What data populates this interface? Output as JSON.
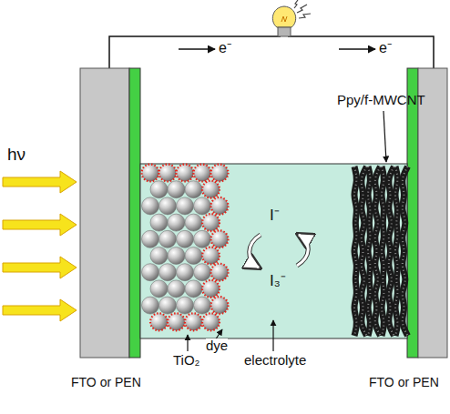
{
  "diagram": {
    "labels": [
      "e⁻",
      "e⁻",
      "hν",
      "Ppy/f-MWCNT",
      "I⁻",
      "I₃⁻",
      "TiO₂",
      "dye",
      "electrolyte",
      "FTO or PEN",
      "FTO or PEN"
    ]
  }
}
